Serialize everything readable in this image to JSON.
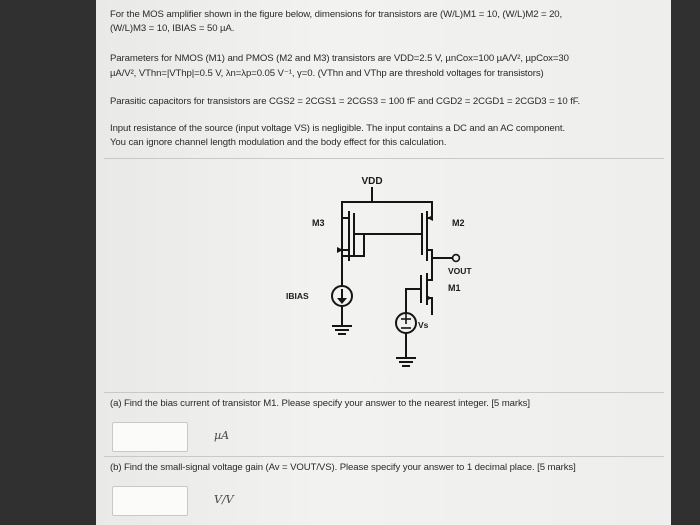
{
  "problem": {
    "intro_line1": "For the MOS amplifier shown in the figure below, dimensions for transistors are (W/L)M1 = 10, (W/L)M2 = 20,",
    "intro_line2": "(W/L)M3 = 10, IBIAS = 50 µA.",
    "params_line1": "Parameters for NMOS (M1) and PMOS (M2 and M3) transistors are VDD=2.5 V, µnCox=100 µA/V², µpCox=30",
    "params_line2": "µA/V², VThn=|VThp|=0.5 V, λn=λp=0.05 V⁻¹, γ=0. (VThn and VThp are threshold voltages for transistors)",
    "parasitic_line": "Parasitic capacitors for transistors are CGS2 = 2CGS1 = 2CGS3 = 100 fF and CGD2 = 2CGD1 = 2CGD3 = 10 fF.",
    "input_line1": "Input resistance of the source (input voltage VS) is negligible. The input contains a DC and an AC component.",
    "input_line2": "You can ignore channel length modulation and the body effect for this calculation."
  },
  "circuit": {
    "vdd_label": "VDD",
    "m3_label": "M3",
    "m2_label": "M2",
    "m1_label": "M1",
    "vout_label": "VOUT",
    "ibias_label": "IBIAS",
    "vs_label": "Vs"
  },
  "question_a": {
    "text": "(a) Find the bias current of transistor M1.  Please specify your answer to the nearest integer. [5 marks]",
    "answer_value": "",
    "unit": "µA"
  },
  "question_b": {
    "text": "(b) Find the small-signal voltage gain (Av = VOUT/VS). Please specify your answer to 1 decimal place. [5 marks]",
    "answer_value": "",
    "unit": "V/V"
  }
}
